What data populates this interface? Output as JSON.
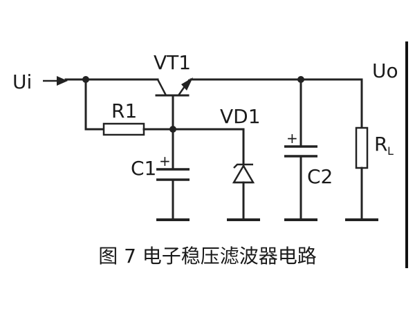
{
  "labels": {
    "input": "Ui",
    "output": "Uo",
    "transistor": "VT1",
    "resistor1": "R1",
    "zener": "VD1",
    "cap1": "C1",
    "cap2": "C2",
    "load_main": "R",
    "load_sub": "L",
    "plus": "+"
  },
  "caption": "图 7  电子稳压滤波器电路"
}
